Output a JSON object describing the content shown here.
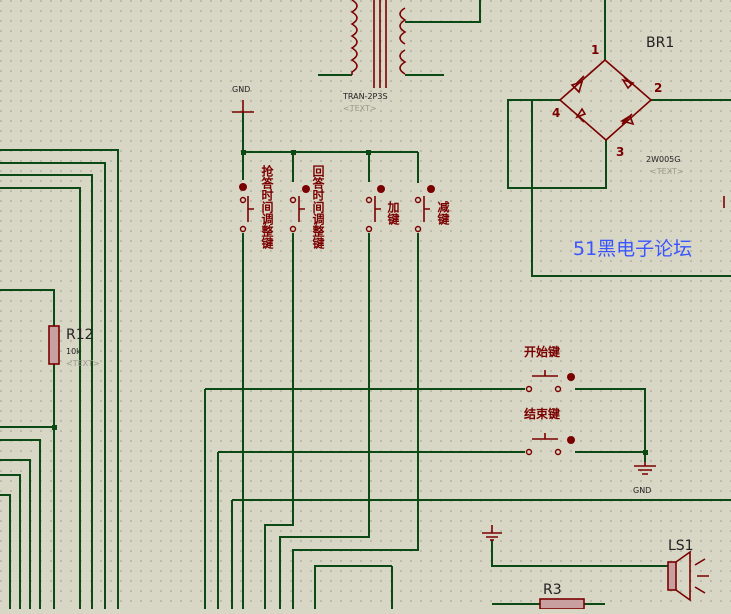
{
  "components": {
    "transformer": {
      "ref": "TRAN-2P3S",
      "text": "<TEXT>"
    },
    "bridge": {
      "ref": "BR1",
      "part": "2W005G",
      "text": "<TEXT>",
      "pins": [
        "1",
        "2",
        "3",
        "4"
      ]
    },
    "resistor_r12": {
      "ref": "R12",
      "value": "10k",
      "text": "<TEXT>"
    },
    "resistor_r3": {
      "ref": "R3"
    },
    "speaker": {
      "ref": "LS1"
    },
    "ground_top": {
      "label": "GND"
    },
    "ground_right": {
      "label": "GND"
    }
  },
  "buttons": {
    "qiangda_adjust": "抢答时间调整键",
    "huida_adjust": "回答时间调整键",
    "add": "加键",
    "sub": "减键",
    "start": "开始键",
    "end": "结束键"
  },
  "watermark": "51黑电子论坛",
  "colors": {
    "background": "#d8d6c4",
    "wire": "#0b4a14",
    "component": "#7a0000",
    "watermark": "#3a55ff"
  }
}
